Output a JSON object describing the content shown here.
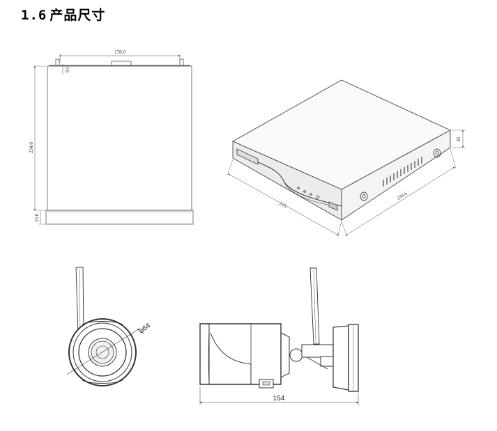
{
  "section": {
    "number": "1.6",
    "title": "产品尺寸"
  },
  "nvr_top_view": {
    "width_dim": "178.0",
    "height_dim": "234.0",
    "top_offset_dim": "9.5",
    "bottom_offset_dim": "23.0"
  },
  "nvr_iso_view": {
    "length_dim": "215",
    "depth_dim": "234.6",
    "height_dim": "45"
  },
  "camera_front_view": {
    "lens_diameter": "φ64"
  },
  "camera_side_view": {
    "length_dim": "154"
  }
}
